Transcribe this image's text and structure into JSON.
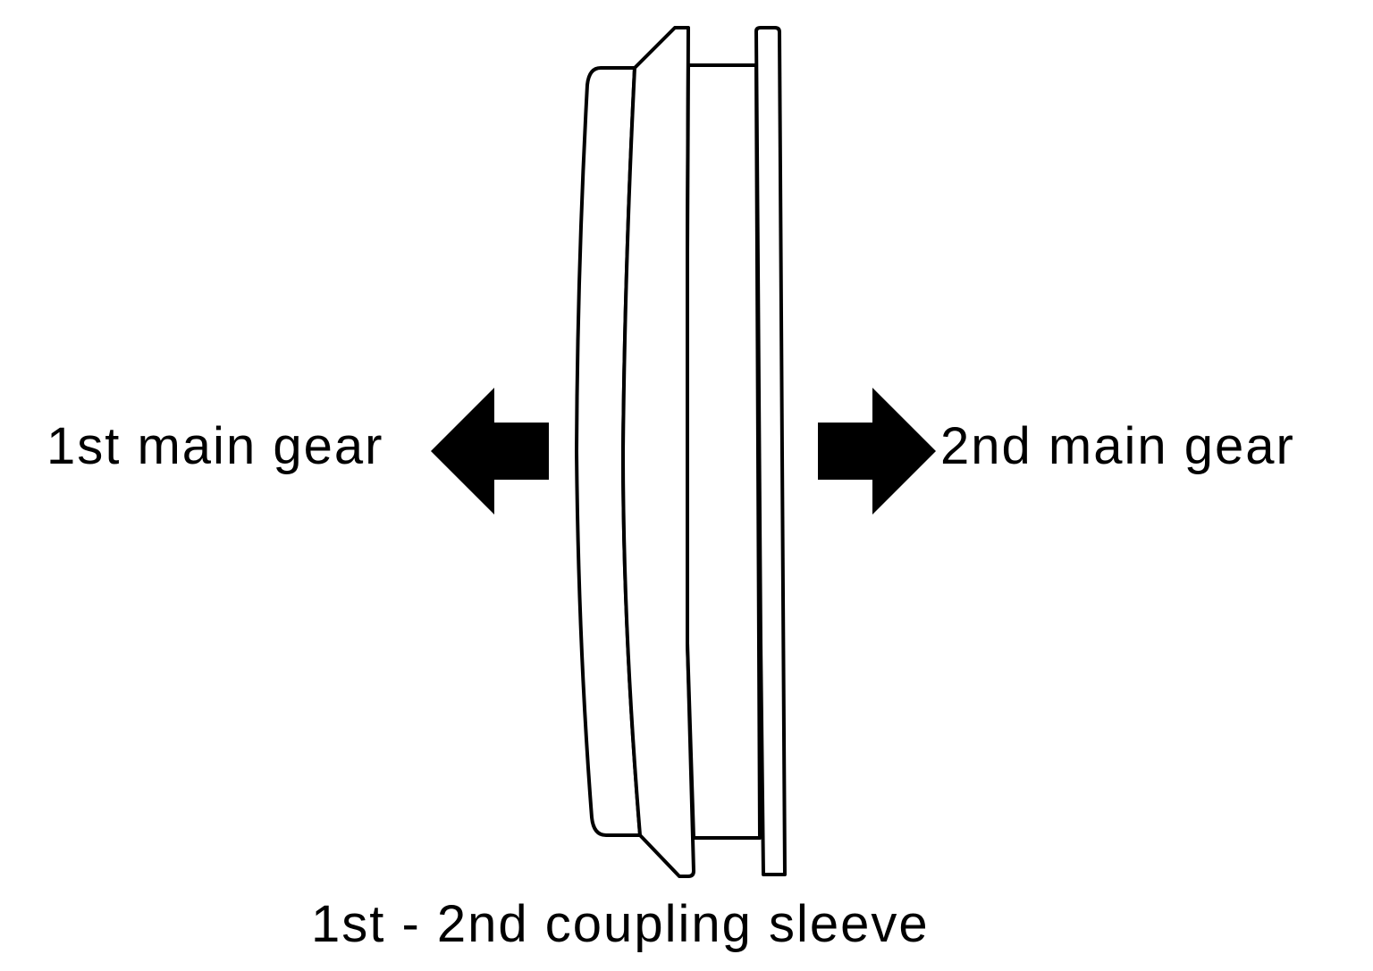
{
  "labels": {
    "left_gear": "1st main gear",
    "right_gear": "2nd main gear",
    "sleeve": "1st - 2nd coupling sleeve"
  },
  "colors": {
    "stroke": "#000000",
    "fill": "#ffffff",
    "arrow": "#000000"
  },
  "icons": {
    "left_arrow": "arrow-left-icon",
    "right_arrow": "arrow-right-icon"
  }
}
